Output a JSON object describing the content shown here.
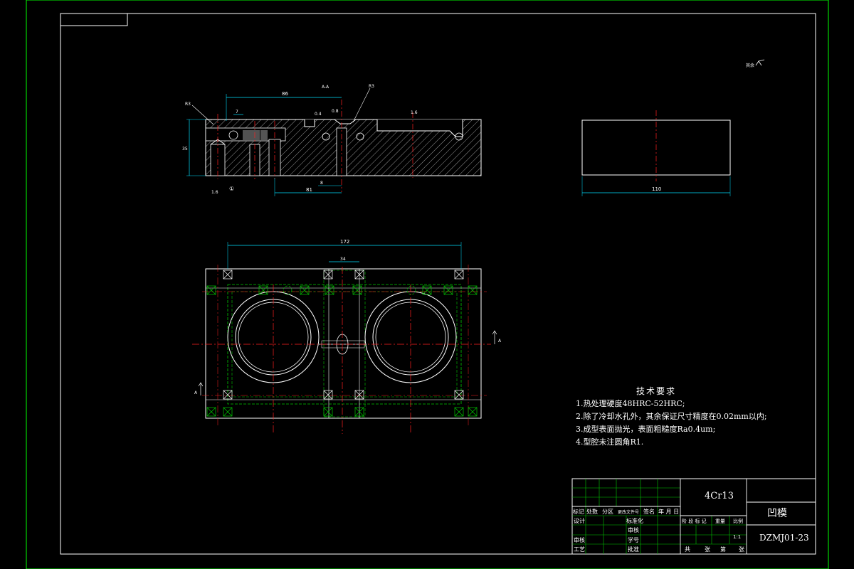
{
  "drawing": {
    "roughness_note": "其余",
    "section_label": "A-A",
    "view_label_a": "A",
    "dims": {
      "front_left": "86",
      "front_small": "7",
      "front_height": "35",
      "front_bottom": "81",
      "front_bottom_small": "8",
      "front_tag1": "R3",
      "front_tag2": "R3",
      "front_rough1": "0.4",
      "front_rough2": "0.8",
      "front_rough3": "1.6",
      "front_rough4": "1.6",
      "circle_mark": "①",
      "side_width": "110",
      "plan_width": "172",
      "plan_center": "34"
    }
  },
  "technical_requirements": {
    "title": "技术要求",
    "items": [
      "1.热处理硬度48HRC-52HRC;",
      "2.除了冷却水孔外，其余保证尺寸精度在0.02mm以内;",
      "3.成型表面抛光，表面粗糙度Ra0.4um;",
      "4.型腔未注圆角R1."
    ]
  },
  "title_block": {
    "material": "4Cr13",
    "part_name": "凹模",
    "drawing_no": "DZMJ01-23",
    "scale": "1:1",
    "header_cells": [
      "标记",
      "处数",
      "分区",
      "更改文件号",
      "签名",
      "年 月 日"
    ],
    "rows_left": [
      "设计",
      "审核",
      "工艺"
    ],
    "col_labels": [
      "标准化",
      "审核",
      "学号",
      "批准"
    ],
    "stage_labels": [
      "阶 段 标 记",
      "重量",
      "比例"
    ],
    "sheet_labels": [
      "共",
      "张",
      "第",
      "张"
    ]
  },
  "colors": {
    "background": "#000000",
    "line_white": "#ffffff",
    "center_red": "#ff2020",
    "hidden_green": "#00c800",
    "dim_cyan": "#00e0ff",
    "hatch": "#c8c8c8",
    "border_green": "#00ff00"
  }
}
